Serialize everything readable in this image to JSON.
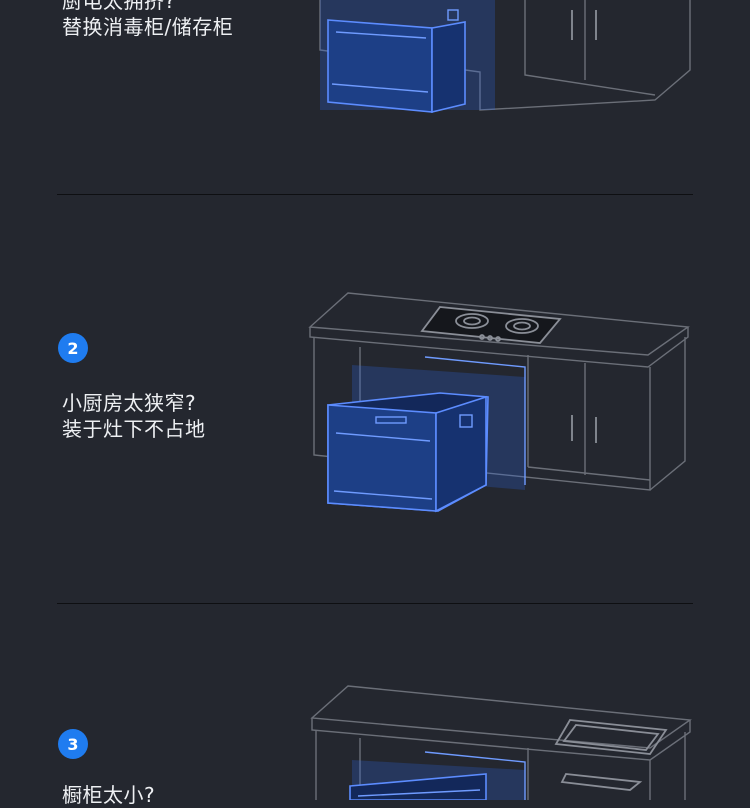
{
  "sections": [
    {
      "number": "",
      "line1": "厨电太拥挤?",
      "line2": "替换消毒柜/储存柜"
    },
    {
      "number": "2",
      "line1": "小厨房太狭窄?",
      "line2": "装于灶下不占地"
    },
    {
      "number": "3",
      "line1": "橱柜太小?",
      "line2": ""
    }
  ],
  "colors": {
    "background": "#24272f",
    "badge": "#1f7cf0",
    "accent_blue": "#5c8cff"
  },
  "icons": {
    "appliance": "dishwasher-icon",
    "stove": "gas-stove-icon",
    "sink": "sink-icon"
  }
}
